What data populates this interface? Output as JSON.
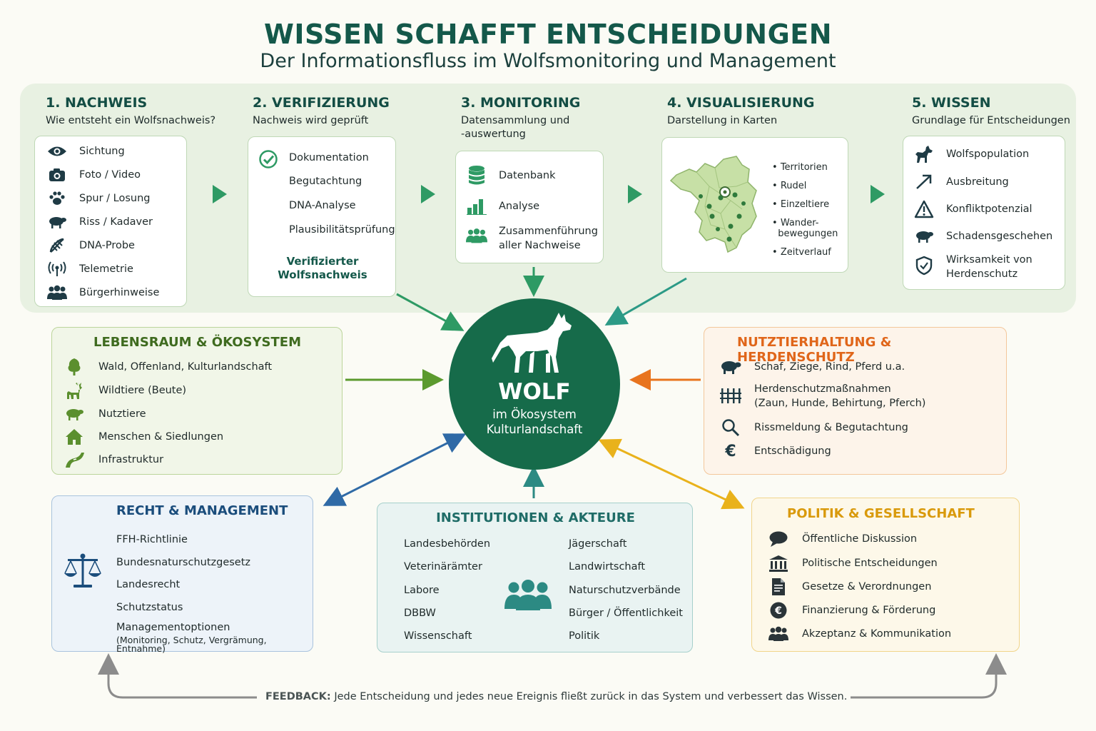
{
  "header": {
    "title": "WISSEN SCHAFFT ENTSCHEIDUNGEN",
    "subtitle": "Der Informationsfluss im Wolfsmonitoring und Management"
  },
  "stages": [
    {
      "title": "1. NACHWEIS",
      "subtitle": "Wie entsteht ein Wolfsnachweis?",
      "items": [
        {
          "icon": "eye-icon",
          "label": "Sichtung"
        },
        {
          "icon": "camera-icon",
          "label": "Foto / Video"
        },
        {
          "icon": "paw-icon",
          "label": "Spur / Losung"
        },
        {
          "icon": "sheep-icon",
          "label": "Riss / Kadaver"
        },
        {
          "icon": "dna-icon",
          "label": "DNA-Probe"
        },
        {
          "icon": "antenna-icon",
          "label": "Telemetrie"
        },
        {
          "icon": "people-icon",
          "label": "Bürgerhinweise"
        }
      ]
    },
    {
      "title": "2. VERIFIZIERUNG",
      "subtitle": "Nachweis wird geprüft",
      "items": [
        "Dokumentation",
        "Begutachtung",
        "DNA-Analyse",
        "Plausibilitätsprüfung"
      ],
      "result": [
        "Verifizierter",
        "Wolfsnachweis"
      ]
    },
    {
      "title": "3. MONITORING",
      "subtitle": [
        "Datensammlung und",
        "-auswertung"
      ],
      "items": [
        {
          "icon": "database-icon",
          "label": "Datenbank"
        },
        {
          "icon": "bar-chart-icon",
          "label": "Analyse"
        },
        {
          "icon": "group-icon",
          "label": "Zusammenführung",
          "label2": "aller Nachweise"
        }
      ]
    },
    {
      "title": "4. VISUALISIERUNG",
      "subtitle": "Darstellung in Karten",
      "items": [
        "Territorien",
        "Rudel",
        "Einzeltiere",
        "Wander-",
        "bewegungen",
        "Zeitverlauf"
      ]
    },
    {
      "title": "5. WISSEN",
      "subtitle": "Grundlage für Entscheidungen",
      "items": [
        {
          "icon": "wolf-icon",
          "label": "Wolfspopulation"
        },
        {
          "icon": "trend-arrow-icon",
          "label": "Ausbreitung"
        },
        {
          "icon": "warning-icon",
          "label": "Konfliktpotenzial"
        },
        {
          "icon": "sheep-icon",
          "label": "Schadensgeschehen"
        },
        {
          "icon": "shield-icon",
          "label": "Wirksamkeit von",
          "label2": "Herdenschutz"
        }
      ]
    }
  ],
  "center": {
    "title": "WOLF",
    "line1": "im Ökosystem",
    "line2": "Kulturlandschaft"
  },
  "habitat": {
    "title": "LEBENSRAUM & ÖKOSYSTEM",
    "items": [
      {
        "icon": "tree-icon",
        "label": "Wald, Offenland, Kulturlandschaft"
      },
      {
        "icon": "deer-icon",
        "label": "Wildtiere (Beute)"
      },
      {
        "icon": "sheep-icon",
        "label": "Nutztiere"
      },
      {
        "icon": "house-icon",
        "label": "Menschen & Siedlungen"
      },
      {
        "icon": "road-icon",
        "label": "Infrastruktur"
      }
    ]
  },
  "livestock": {
    "title": "NUTZTIERHALTUNG & HERDENSCHUTZ",
    "items": [
      {
        "icon": "sheep-icon",
        "label": "Schaf, Ziege, Rind, Pferd u.a."
      },
      {
        "icon": "fence-icon",
        "label": "Herdenschutzmaßnahmen",
        "label2": "(Zaun, Hunde, Behirtung, Pferch)"
      },
      {
        "icon": "magnifier-icon",
        "label": "Rissmeldung & Begutachtung"
      },
      {
        "icon": "euro-icon",
        "label": "Entschädigung"
      }
    ]
  },
  "law": {
    "title": "RECHT & MANAGEMENT",
    "icon": "scales-icon",
    "items": [
      "FFH-Richtlinie",
      "Bundesnaturschutzgesetz",
      "Landesrecht",
      "Schutzstatus",
      "Managementoptionen"
    ],
    "note": "(Monitoring, Schutz, Vergrämung, Entnahme)"
  },
  "institutions": {
    "title": "INSTITUTIONEN & AKTEURE",
    "icon": "group-icon",
    "left": [
      "Landesbehörden",
      "Veterinärämter",
      "Labore",
      "DBBW",
      "Wissenschaft"
    ],
    "right": [
      "Jägerschaft",
      "Landwirtschaft",
      "Naturschutzverbände",
      "Bürger / Öffentlichkeit",
      "Politik"
    ]
  },
  "politics": {
    "title": "POLITIK & GESELLSCHAFT",
    "items": [
      {
        "icon": "speech-bubble-icon",
        "label": "Öffentliche Diskussion"
      },
      {
        "icon": "building-icon",
        "label": "Politische Entscheidungen"
      },
      {
        "icon": "document-icon",
        "label": "Gesetze & Verordnungen"
      },
      {
        "icon": "euro-coin-icon",
        "label": "Finanzierung & Förderung"
      },
      {
        "icon": "people-icon",
        "label": "Akzeptanz & Kommunikation"
      }
    ]
  },
  "feedback": {
    "label": "FEEDBACK:",
    "text": "Jede Entscheidung und jedes neue Ereignis fließt zurück in das System und verbessert das Wissen."
  },
  "colors": {
    "dark_green": "#14584a",
    "green": "#2e9a64",
    "habitat": "#5b8f2e",
    "livestock": "#e8741e",
    "law": "#2f6aa6",
    "institutions": "#2c8a83",
    "politics": "#e9b21b"
  }
}
